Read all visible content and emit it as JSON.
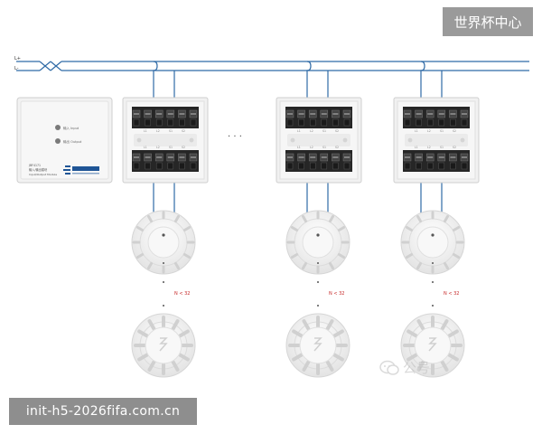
{
  "bus": {
    "plus_label": "L+",
    "minus_label": "L-"
  },
  "io_module": {
    "input_label": "输入 Input",
    "output_label": "输出 Output",
    "model": "JBF4171",
    "name_cn": "输入/输出模块",
    "name_en": "Input/Output Module"
  },
  "ellipsis": "·   ·   ·",
  "terminal_labels": {
    "top": [
      "L1",
      "L2",
      "S1",
      "S2"
    ],
    "bottom": [
      "L1",
      "L2",
      "S1",
      "S2"
    ]
  },
  "detector_count_label": "N < 32",
  "badge": {
    "text": "世界杯中心"
  },
  "footer": {
    "url": "init-h5-2026fifa.com.cn"
  },
  "watermark": {
    "text": "公号"
  },
  "colors": {
    "bus": "#2f6aa6",
    "count_label": "#c62828",
    "badge_bg": "#9a9a9a",
    "footer_bg": "#8e8e8e"
  }
}
